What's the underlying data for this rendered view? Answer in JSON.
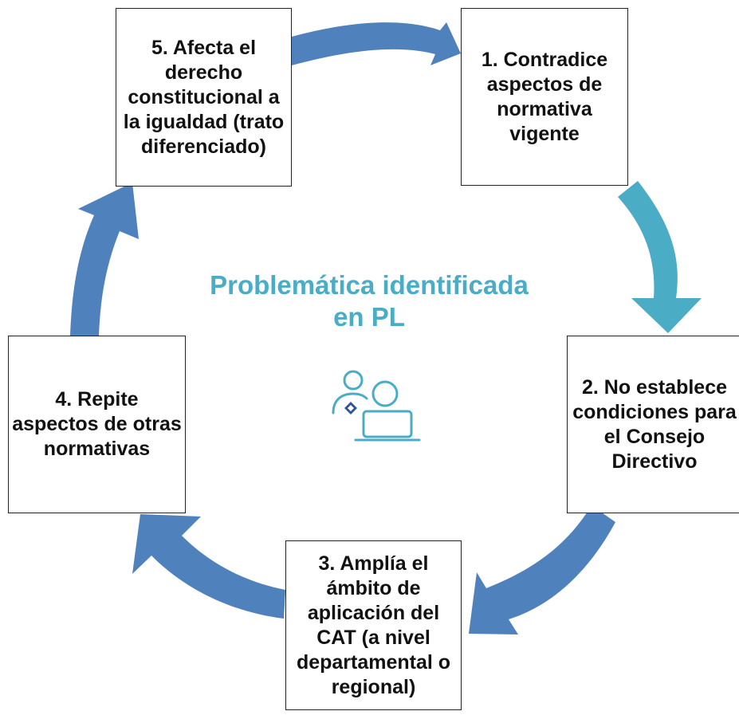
{
  "diagram": {
    "center_title": "Problemática identificada en PL",
    "icon": "people-at-computer-icon",
    "colors": {
      "arrow_blue": "#4F81BD",
      "arrow_teal": "#4BACC6",
      "title": "#4BACC6",
      "box_border": "#222222"
    },
    "steps": [
      {
        "id": "step-1",
        "label": "1. Contradice aspectos de normativa vigente"
      },
      {
        "id": "step-2",
        "label": "2. No establece condiciones para el Consejo Directivo"
      },
      {
        "id": "step-3",
        "label": "3. Amplía el ámbito de aplicación del CAT (a nivel departamental o regional)"
      },
      {
        "id": "step-4",
        "label": "4. Repite aspectos de otras normativas"
      },
      {
        "id": "step-5",
        "label": "5. Afecta el derecho constitucional a la igualdad (trato diferenciado)"
      }
    ],
    "connections": [
      {
        "from": "step-5",
        "to": "step-1"
      },
      {
        "from": "step-1",
        "to": "step-2"
      },
      {
        "from": "step-2",
        "to": "step-3"
      },
      {
        "from": "step-3",
        "to": "step-4"
      },
      {
        "from": "step-4",
        "to": "step-5"
      }
    ]
  }
}
